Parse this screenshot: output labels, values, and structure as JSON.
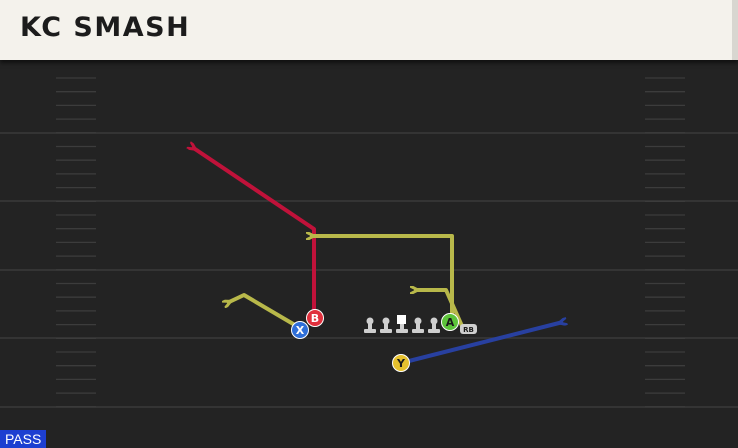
{
  "play": {
    "title": "KC SMASH",
    "play_type": "PASS"
  },
  "colors": {
    "header_bg": "#f4f2ec",
    "field_bg": "#232323",
    "yard_line": "#3a3a3a",
    "route_red": "#c0123a",
    "route_yellow": "#b8b84a",
    "route_blue": "#2840a0",
    "player_B": "#e0303d",
    "player_X": "#2f6fd8",
    "player_A": "#5cc33a",
    "player_Y": "#e6c12e",
    "badge_bg": "#1d3fd1"
  },
  "players": {
    "B": {
      "label": "B",
      "role": "receiver"
    },
    "X": {
      "label": "X",
      "role": "receiver"
    },
    "A": {
      "label": "A",
      "role": "receiver"
    },
    "Y": {
      "label": "Y",
      "role": "receiver"
    },
    "RB": {
      "label": "RB",
      "role": "running back"
    }
  }
}
